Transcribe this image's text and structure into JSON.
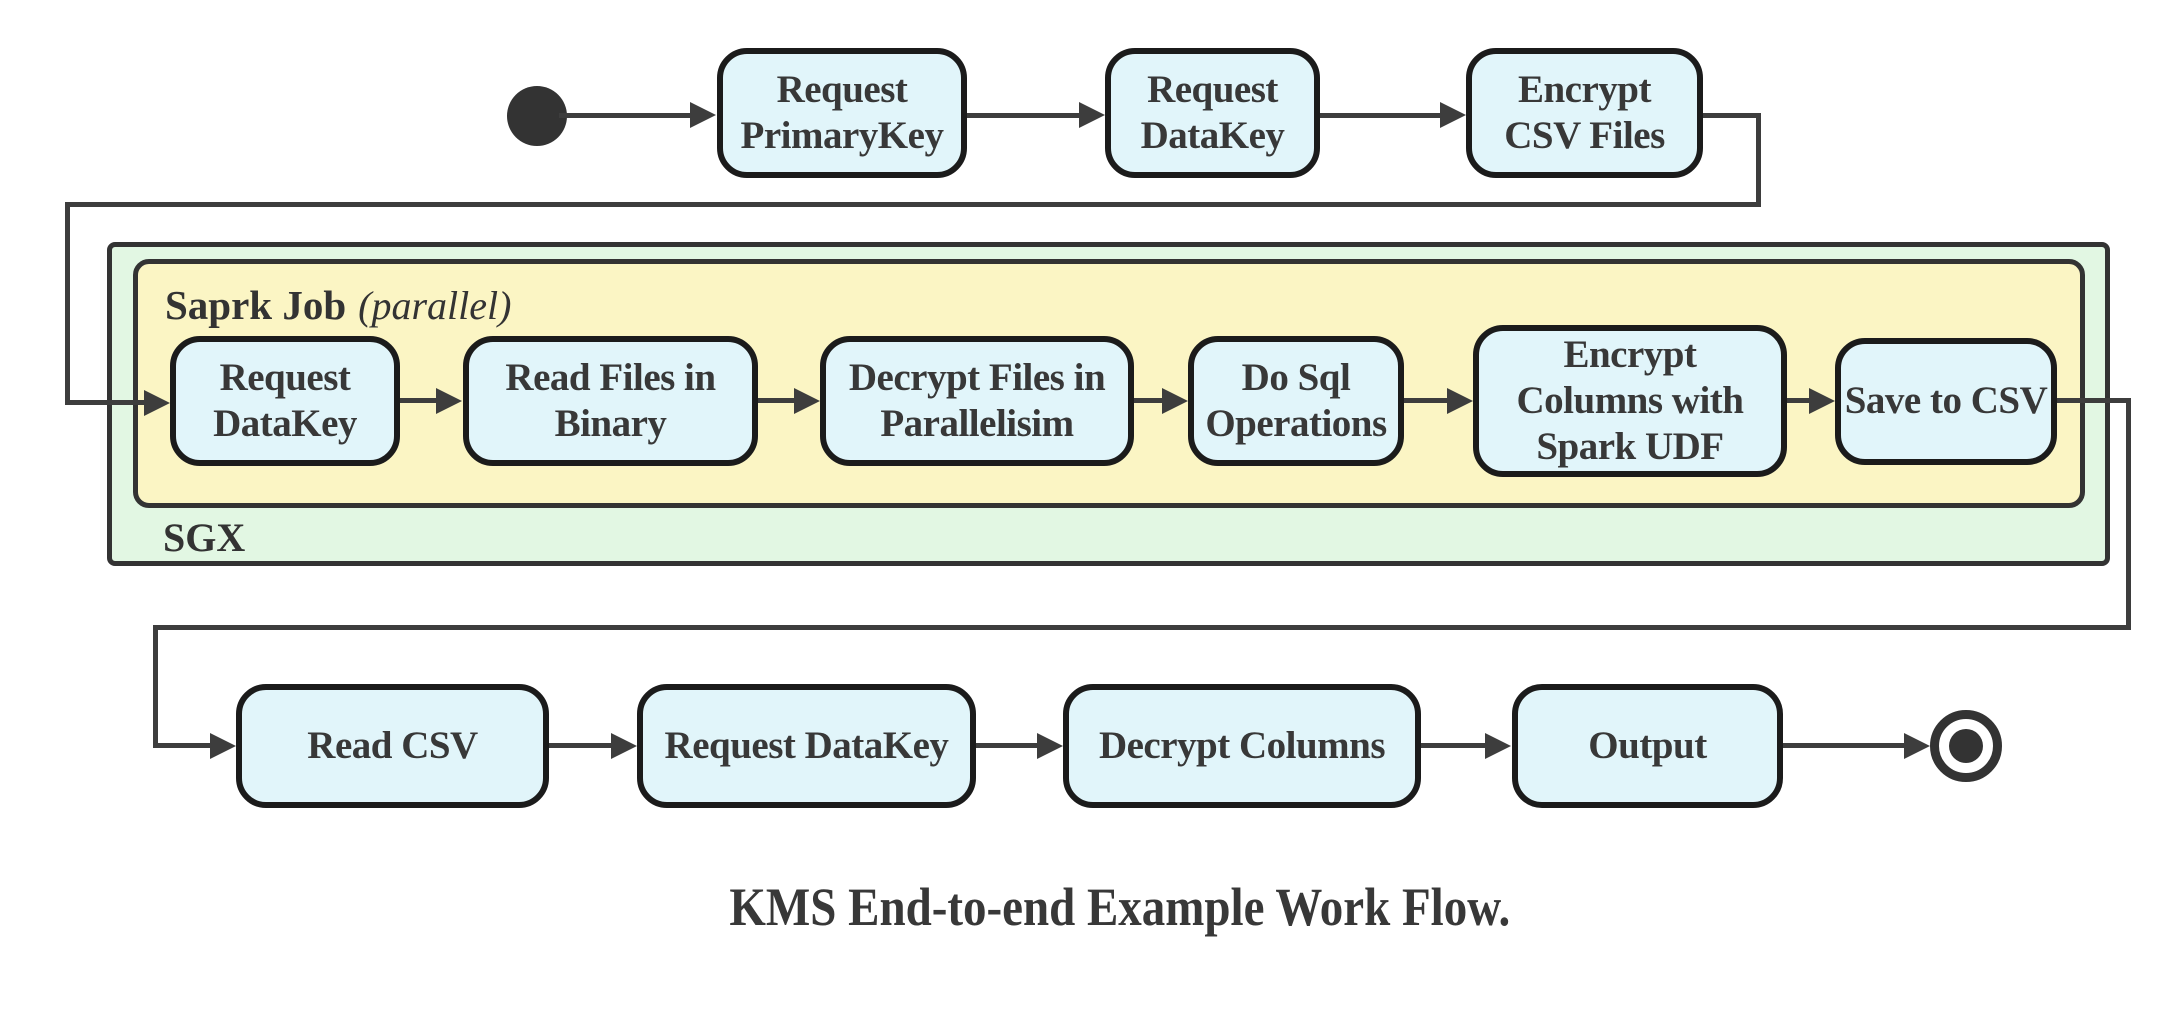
{
  "diagram": {
    "caption": "KMS End-to-end Example Work Flow.",
    "sgx_container": {
      "label": "SGX"
    },
    "spark_container": {
      "title": "Saprk Job",
      "mode": "(parallel)"
    },
    "top_nodes": [
      {
        "label": "Request\nPrimaryKey"
      },
      {
        "label": "Request\nDataKey"
      },
      {
        "label": "Encrypt\nCSV Files"
      }
    ],
    "spark_nodes": [
      {
        "label": "Request\nDataKey"
      },
      {
        "label": "Read Files in\nBinary"
      },
      {
        "label": "Decrypt Files in\nParallelisim"
      },
      {
        "label": "Do Sql\nOperations"
      },
      {
        "label": "Encrypt\nColumns with\nSpark UDF"
      },
      {
        "label": "Save to CSV"
      }
    ],
    "bottom_nodes": [
      {
        "label": "Read CSV"
      },
      {
        "label": "Request DataKey"
      },
      {
        "label": "Decrypt Columns"
      },
      {
        "label": "Output"
      }
    ],
    "colors": {
      "node_fill": "#e1f5fa",
      "node_border": "#1b1b1b",
      "spark_fill": "#fbf5c4",
      "sgx_fill": "#e2f7e3",
      "connector": "#3d3d3d",
      "text": "#383838"
    }
  }
}
